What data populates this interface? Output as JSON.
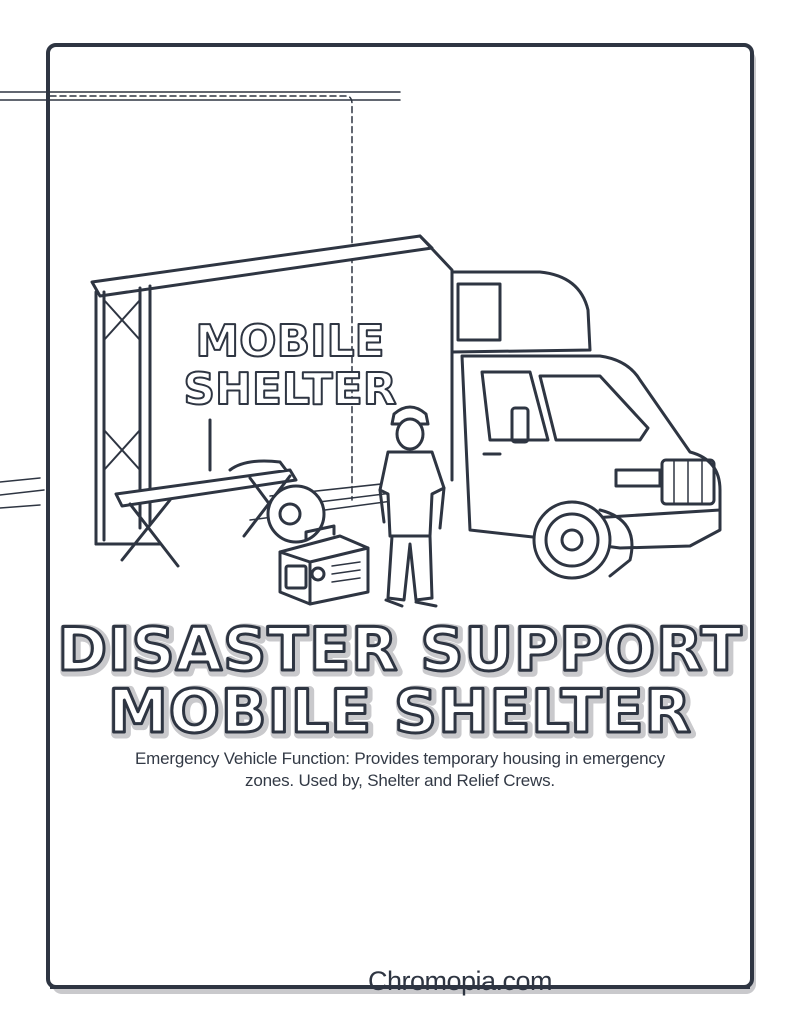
{
  "illustration": {
    "sign_line_1": "MOBILE",
    "sign_line_2": "SHELTER",
    "icon": "mobile-shelter-truck-illustration"
  },
  "title": {
    "line_1": "DISASTER SUPPORT",
    "line_2": "MOBILE SHELTER"
  },
  "caption": {
    "line_1": "Emergency Vehicle Function: Provides temporary housing in emergency",
    "line_2": "zones. Used by, Shelter and Relief Crews."
  },
  "footer": {
    "brand": "Chromopia.com"
  },
  "colors": {
    "ink": "#2e3542",
    "shadow": "#c9c9cc",
    "paper": "#ffffff"
  }
}
